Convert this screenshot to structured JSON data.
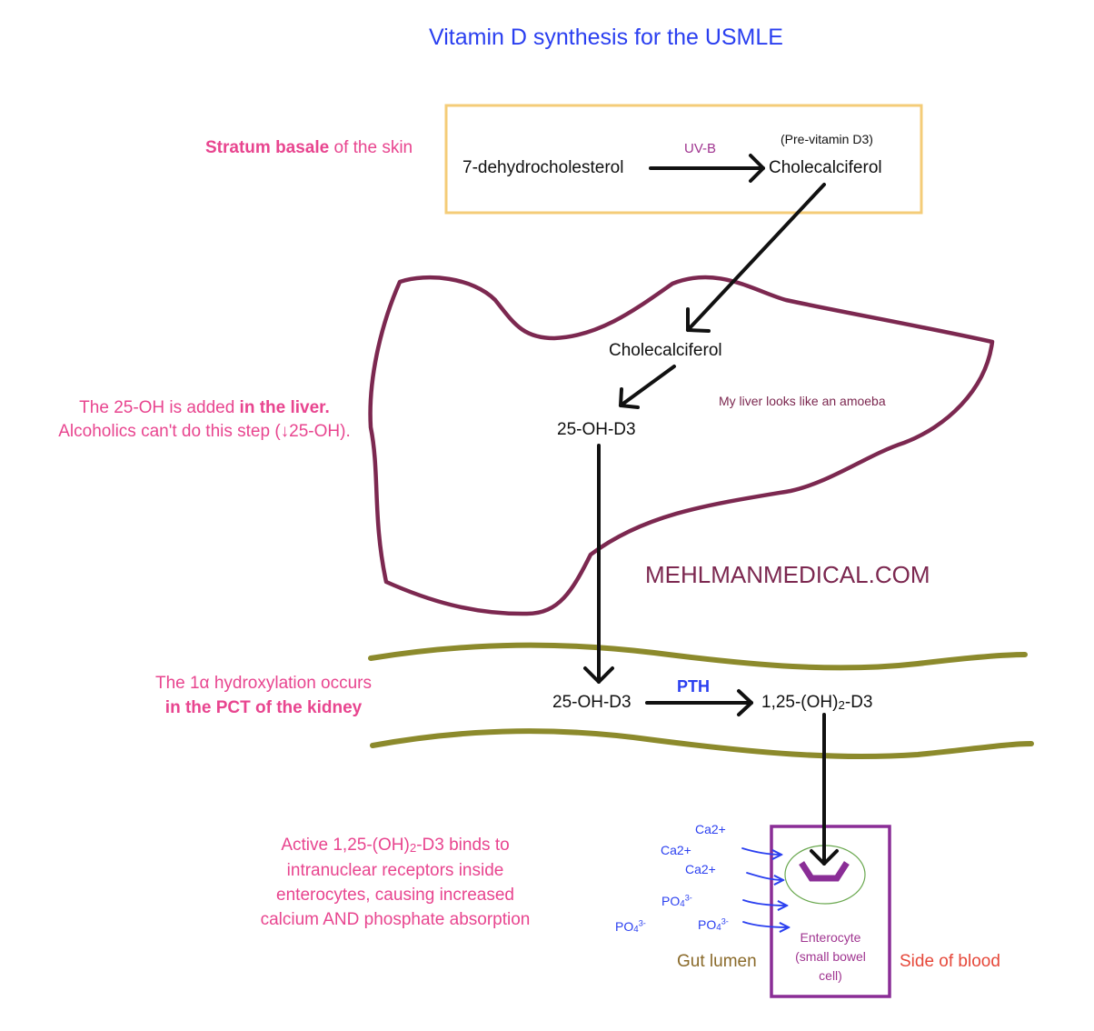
{
  "title": "Vitamin D synthesis for the USMLE",
  "skin": {
    "label_bold": "Stratum basale",
    "label_rest": " of the skin",
    "precursor": "7-dehydrocholesterol",
    "catalyst": "UV-B",
    "previtamin_note": "(Pre-vitamin D3)",
    "product": "Cholecalciferol"
  },
  "liver": {
    "input": "Cholecalciferol",
    "product": "25-OH-D3",
    "note": "My liver looks like an amoeba",
    "explain_line1_pre": "The 25-OH is added ",
    "explain_line1_bold": "in the liver.",
    "explain_line2": "Alcoholics can't do this step (↓25-OH)."
  },
  "watermark": "MEHLMANMEDICAL.COM",
  "kidney": {
    "explain_line1": "The 1α hydroxylation occurs",
    "explain_line2_bold": "in the PCT of the kidney",
    "input": "25-OH-D3",
    "regulator": "PTH",
    "product_pre": "1,25-(OH)",
    "product_sub": "2",
    "product_post": "-D3"
  },
  "gut": {
    "explain_line1_pre": "Active 1,25-(OH)",
    "explain_line1_sub": "2",
    "explain_line1_post": "-D3 binds to",
    "explain_line2": "intranuclear receptors inside",
    "explain_line3": "enterocytes, causing increased",
    "explain_line4": "calcium AND phosphate absorption",
    "ions": {
      "ca1": "Ca2+",
      "ca2": "Ca2+",
      "ca3": "Ca2+",
      "po_base": "PO",
      "po_sub": "4",
      "po_sup": "3-"
    },
    "enterocyte_line1": "Enterocyte",
    "enterocyte_line2": "(small bowel",
    "enterocyte_line3": "cell)",
    "gut_lumen": "Gut lumen",
    "side_of_blood": "Side of blood"
  },
  "colors": {
    "title": "#2a3ff0",
    "pink": "#e8458f",
    "skin_box": "#f4cc78",
    "liver_outline": "#7c2850",
    "kidney_band": "#8c8a2c",
    "cell_box": "#8a2d96",
    "ion_arrows": "#2a3ff0",
    "nucleus": "#6aa84f"
  },
  "icons": {
    "receptor": "receptor-cup-icon"
  }
}
